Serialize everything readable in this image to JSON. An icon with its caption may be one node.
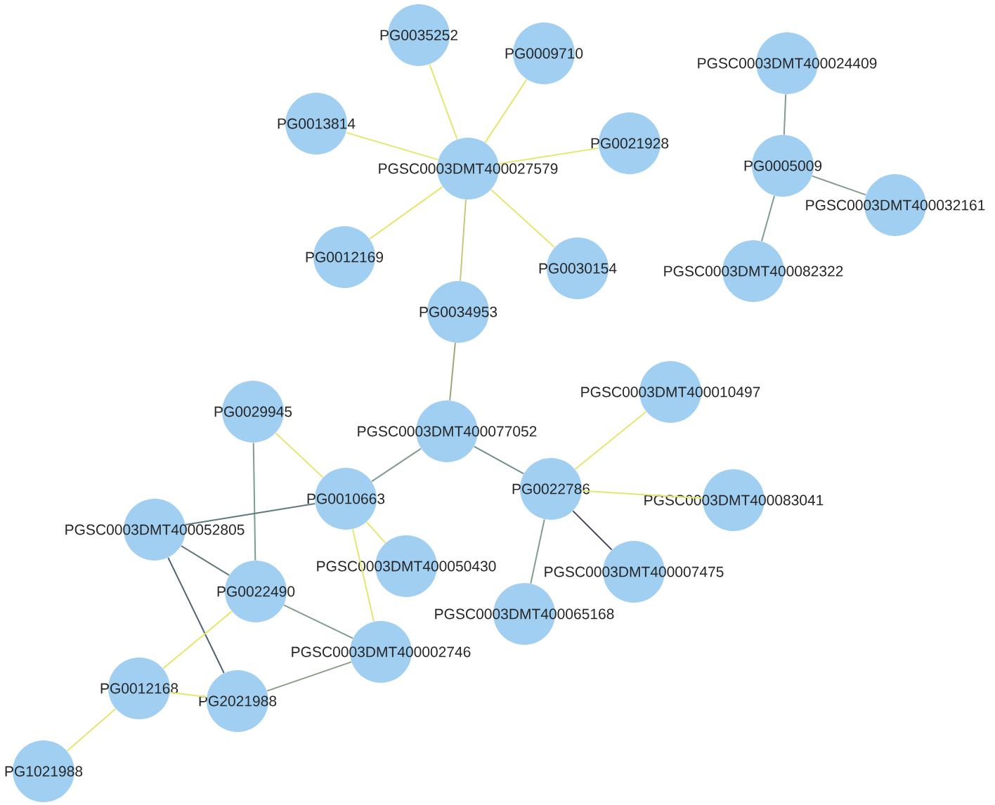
{
  "diagram": {
    "nodes": [
      {
        "text": [
          "PG0035252"
        ]
      },
      {
        "text": [
          "PG0009710"
        ]
      },
      {
        "text": [
          "PG0013814"
        ]
      },
      {
        "text": [
          "PGSC0003DMT400027579"
        ]
      },
      {
        "text": [
          "PG0021928"
        ]
      },
      {
        "text": [
          "PG0012169"
        ]
      },
      {
        "text": [
          "PG0030154"
        ]
      },
      {
        "text": [
          "PG0034953"
        ]
      },
      {
        "text": [
          "PGSC0003DMT400024409"
        ]
      },
      {
        "text": [
          "PG0005009"
        ]
      },
      {
        "text": [
          "PGSC0003DMT400032161"
        ]
      },
      {
        "text": [
          "PGSC0003DMT400082322"
        ]
      },
      {
        "text": [
          "PG0029945"
        ]
      },
      {
        "text": [
          "PGSC0003DMT400077052"
        ]
      },
      {
        "text": [
          "PGSC0003DMT400010497"
        ]
      },
      {
        "text": [
          "PG0010663"
        ]
      },
      {
        "text": [
          "PG0022786"
        ]
      },
      {
        "text": [
          "PGSC0003DMT400083041"
        ]
      },
      {
        "text": [
          "PGSC0003DMT400052805"
        ]
      },
      {
        "text": [
          "PGSC0003DMT400050430"
        ]
      },
      {
        "text": [
          "PGSC0003DMT400007475"
        ]
      },
      {
        "text": [
          "PG0022490"
        ]
      },
      {
        "text": [
          "PGSC0003DMT400065168"
        ]
      },
      {
        "text": [
          "PGSC0003DMT400002746"
        ]
      },
      {
        "text": [
          "PG0012168"
        ]
      },
      {
        "text": [
          "PG2021988"
        ]
      },
      {
        "text": [
          "PG1021988"
        ]
      }
    ],
    "edges": [
      {
        "from": 3,
        "to": 0,
        "arrow": "none"
      },
      {
        "from": 3,
        "to": 1,
        "arrow": "none"
      },
      {
        "from": 3,
        "to": 2,
        "arrow": "none"
      },
      {
        "from": 3,
        "to": 4,
        "arrow": "none"
      },
      {
        "from": 3,
        "to": 5,
        "arrow": "none"
      },
      {
        "from": 3,
        "to": 6,
        "arrow": "none"
      },
      {
        "from": 3,
        "to": 7,
        "arrow": "none",
        "color": "#c8c87a"
      },
      {
        "from": 9,
        "to": 8,
        "arrow": "none",
        "color": "#7f9c8c"
      },
      {
        "from": 9,
        "to": 10,
        "arrow": "none",
        "color": "#7f9c8c"
      },
      {
        "from": 9,
        "to": 11,
        "arrow": "none",
        "color": "#7f9c8c"
      },
      {
        "from": 7,
        "to": 13,
        "arrow": "none",
        "color": "#9aa878"
      },
      {
        "from": 13,
        "to": 15,
        "arrow": "none",
        "color": "#7f9c8c"
      },
      {
        "from": 13,
        "to": 16,
        "arrow": "none",
        "color": "#6f8e8c"
      },
      {
        "from": 12,
        "to": 15,
        "arrow": "none"
      },
      {
        "from": 12,
        "to": 21,
        "arrow": "none",
        "color": "#7f9c8c"
      },
      {
        "from": 15,
        "to": 18,
        "arrow": "none",
        "color": "#5f7a7c"
      },
      {
        "from": 15,
        "to": 19,
        "arrow": "none"
      },
      {
        "from": 15,
        "to": 23,
        "arrow": "none"
      },
      {
        "from": 18,
        "to": 21,
        "arrow": "none",
        "color": "#5f7a7c"
      },
      {
        "from": 18,
        "to": 25,
        "arrow": "none",
        "color": "#4f6470"
      },
      {
        "from": 21,
        "to": 23,
        "arrow": "none",
        "color": "#7f9c8c"
      },
      {
        "from": 21,
        "to": 24,
        "arrow": "none"
      },
      {
        "from": 24,
        "to": 25,
        "arrow": "none"
      },
      {
        "from": 24,
        "to": 26,
        "arrow": "none"
      },
      {
        "from": 25,
        "to": 23,
        "arrow": "none",
        "color": "#8a9c80"
      },
      {
        "from": 16,
        "to": 14,
        "arrow": "none"
      },
      {
        "from": 16,
        "to": 17,
        "arrow": "none"
      },
      {
        "from": 16,
        "to": 20,
        "arrow": "none",
        "color": "#4b3f63"
      },
      {
        "from": 16,
        "to": 22,
        "arrow": "none",
        "color": "#7f9c8c"
      }
    ]
  }
}
